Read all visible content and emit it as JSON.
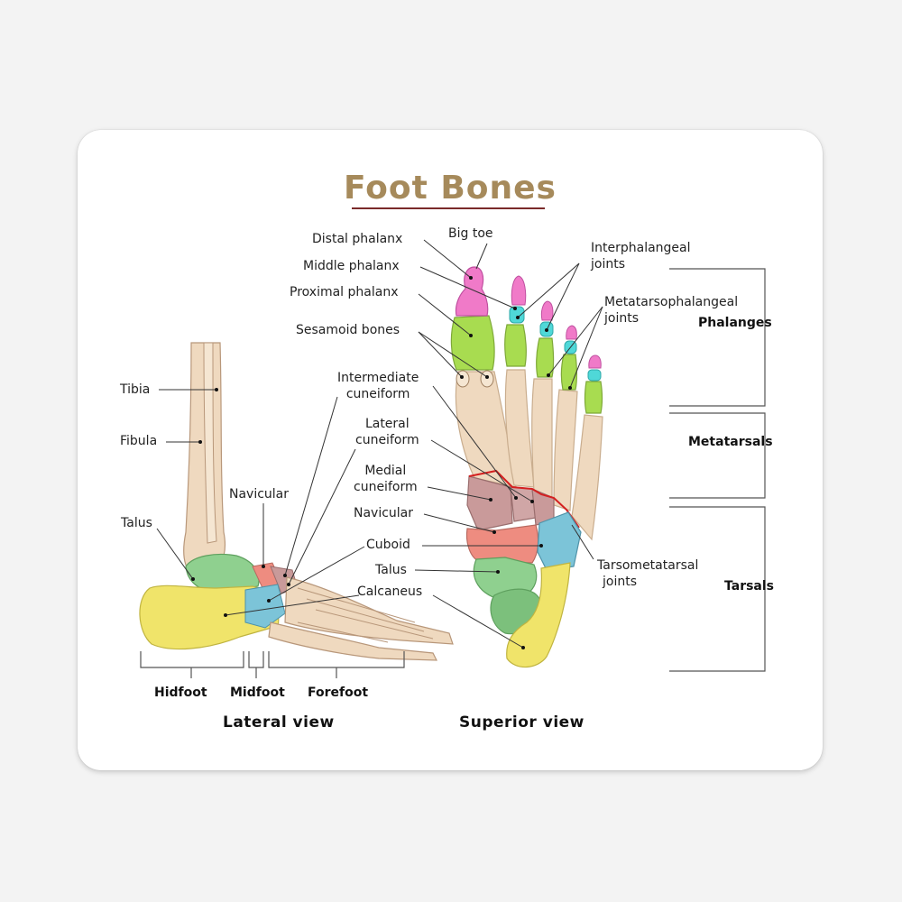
{
  "title": "Foot Bones",
  "labels": {
    "big_toe": "Big toe",
    "distal_phalanx": "Distal phalanx",
    "middle_phalanx": "Middle phalanx",
    "proximal_phalanx": "Proximal phalanx",
    "sesamoid_bones": "Sesamoid bones",
    "interphalangeal_1": "Interphalangeal",
    "interphalangeal_2": "joints",
    "metatarsophalangeal_1": "Metatarsophalangeal",
    "metatarsophalangeal_2": "joints",
    "intermediate_cuneiform_1": "Intermediate",
    "intermediate_cuneiform_2": "cuneiform",
    "lateral_cuneiform_1": "Lateral",
    "lateral_cuneiform_2": "cuneiform",
    "medial_cuneiform_1": "Medial",
    "medial_cuneiform_2": "cuneiform",
    "navicular_superior": "Navicular",
    "navicular_lateral": "Navicular",
    "cuboid": "Cuboid",
    "talus_superior": "Talus",
    "talus_lateral": "Talus",
    "calcaneus": "Calcaneus",
    "tarsometatarsal_1": "Tarsometatarsal",
    "tarsometatarsal_2": "joints",
    "tibia": "Tibia",
    "fibula": "Fibula"
  },
  "groups": {
    "phalanges": "Phalanges",
    "metatarsals": "Metatarsals",
    "tarsals": "Tarsals"
  },
  "regions": {
    "hindfoot": "Hidfoot",
    "midfoot": "Midfoot",
    "forefoot": "Forefoot"
  },
  "views": {
    "lateral": "Lateral view",
    "superior": "Superior view"
  },
  "colors": {
    "title": "#a68a5b",
    "bone": "#efd9bf",
    "distal_phalanx": "#f07ac8",
    "middle_phalanx": "#4fd8d8",
    "proximal_phalanx": "#a8dc50",
    "navicular": "#ee8c80",
    "cuneiform": "#c99a9a",
    "cuboid": "#7cc4d8",
    "talus": "#8fd08f",
    "calcaneus": "#f0e46a",
    "joint_line": "#d42020"
  }
}
